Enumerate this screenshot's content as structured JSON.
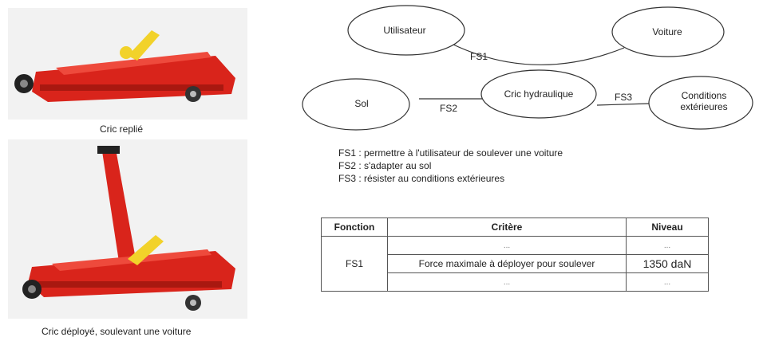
{
  "photos": {
    "folded_caption": "Cric replié",
    "deployed_caption": "Cric déployé, soulevant une voiture"
  },
  "diagram": {
    "nodes": {
      "utilisateur": "Utilisateur",
      "voiture": "Voiture",
      "sol": "Sol",
      "cric": "Cric hydraulique",
      "conditions_line1": "Conditions",
      "conditions_line2": "extérieures"
    },
    "links": {
      "fs1": "FS1",
      "fs2": "FS2",
      "fs3": "FS3"
    }
  },
  "legend": [
    "FS1 : permettre à l'utilisateur de soulever une voiture",
    "FS2 : s'adapter au sol",
    "FS3 : résister au conditions extérieures"
  ],
  "table": {
    "headers": {
      "fonction": "Fonction",
      "critere": "Critère",
      "niveau": "Niveau"
    },
    "fonction": "FS1",
    "rows": [
      {
        "critere": "...",
        "niveau": "..."
      },
      {
        "critere": "Force maximale à déployer pour soulever",
        "niveau": "1350 daN"
      },
      {
        "critere": "...",
        "niveau": "..."
      }
    ]
  },
  "colors": {
    "jack_red": "#d9241b",
    "handle_yellow": "#f2d22a",
    "line": "#333333"
  }
}
